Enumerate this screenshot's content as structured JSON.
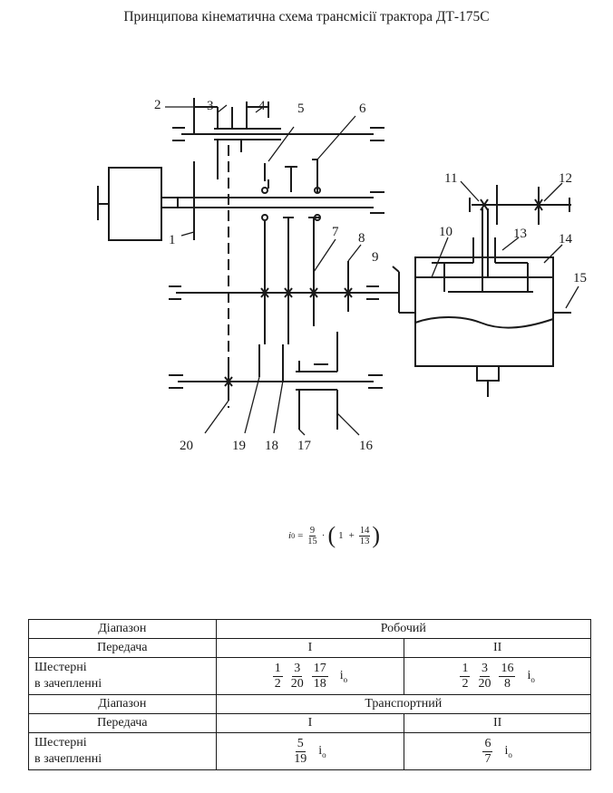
{
  "title": "Принципова кінематична схема трансмісії трактора ДТ-175С",
  "diagram": {
    "part_labels": [
      "1",
      "2",
      "3",
      "4",
      "5",
      "6",
      "7",
      "8",
      "9",
      "10",
      "11",
      "12",
      "13",
      "14",
      "15",
      "16",
      "17",
      "18",
      "19",
      "20"
    ]
  },
  "formula": {
    "lhs": "i",
    "lhs_sub": "0",
    "eq": "=",
    "f1_num": "9",
    "f1_den": "15",
    "dot": "·",
    "one": "1",
    "plus": "+",
    "f2_num": "14",
    "f2_den": "13"
  },
  "table": {
    "range_label": "Діапазон",
    "gear_label": "Передача",
    "gears_label_line1": "Шестерні",
    "gears_label_line2": "в зачепленні",
    "io_symbol": "i",
    "io_sub": "o",
    "work": {
      "range": "Робочий",
      "gear_1": "I",
      "gear_2": "II",
      "g1_pairs": [
        [
          "1",
          "2"
        ],
        [
          "3",
          "20"
        ],
        [
          "17",
          "18"
        ]
      ],
      "g2_pairs": [
        [
          "1",
          "2"
        ],
        [
          "3",
          "20"
        ],
        [
          "16",
          "8"
        ]
      ]
    },
    "transport": {
      "range": "Транспортний",
      "gear_1": "I",
      "gear_2": "II",
      "g1_pairs": [
        [
          "5",
          "19"
        ]
      ],
      "g2_pairs": [
        [
          "6",
          "7"
        ]
      ]
    }
  }
}
